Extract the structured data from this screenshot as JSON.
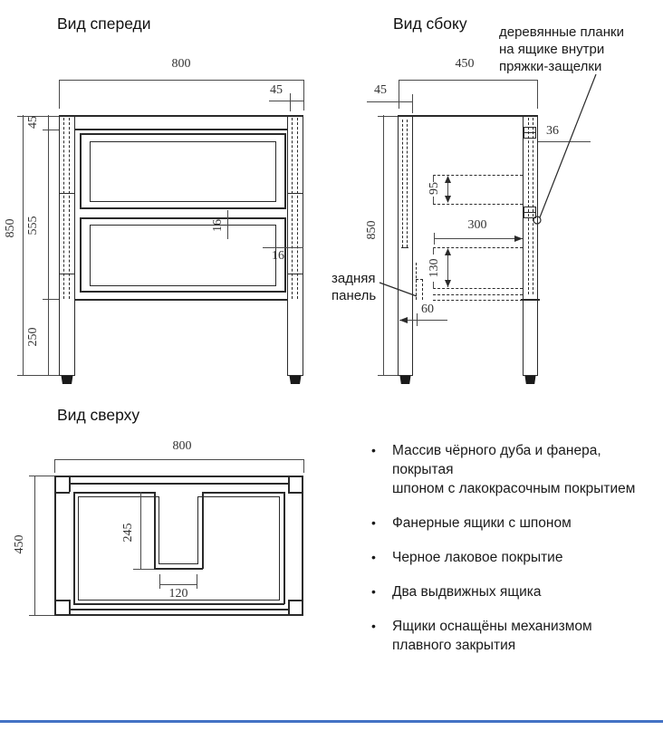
{
  "page": {
    "background": "#ffffff",
    "line_color": "#2a2a2a",
    "accent_bar_color": "#4472c4"
  },
  "front_view": {
    "title": "Вид спереди",
    "dim_width": "800",
    "dim_leg_top": "45",
    "dim_height": "850",
    "dim_top": "45",
    "dim_mid": "555",
    "dim_leg": "250",
    "dim_rail": "16",
    "dim_front": "16"
  },
  "side_view": {
    "title": "Вид сбоку",
    "annotation": "деревянные планки\nна ящике внутри\nпряжки-защелки",
    "back_panel_label": "задняя\nпанель",
    "dim_depth": "450",
    "dim_leg_top": "45",
    "dim_height": "850",
    "dim_latch": "36",
    "dim_slot_top": "95",
    "dim_inner": "300",
    "dim_slot_bottom": "130",
    "dim_back_offset": "60"
  },
  "top_view": {
    "title": "Вид сверху",
    "dim_width": "800",
    "dim_depth": "450",
    "dim_notch_depth": "245",
    "dim_notch_width": "120"
  },
  "features": {
    "bullet": "•",
    "items": [
      "Массив чёрного дуба и фанера, покрытая\nшпоном с лакокрасочным покрытием",
      "Фанерные ящики с шпоном",
      "Черное лаковое покрытие",
      "Два выдвижных ящика",
      "Ящики оснащёны механизмом\nплавного закрытия"
    ]
  }
}
